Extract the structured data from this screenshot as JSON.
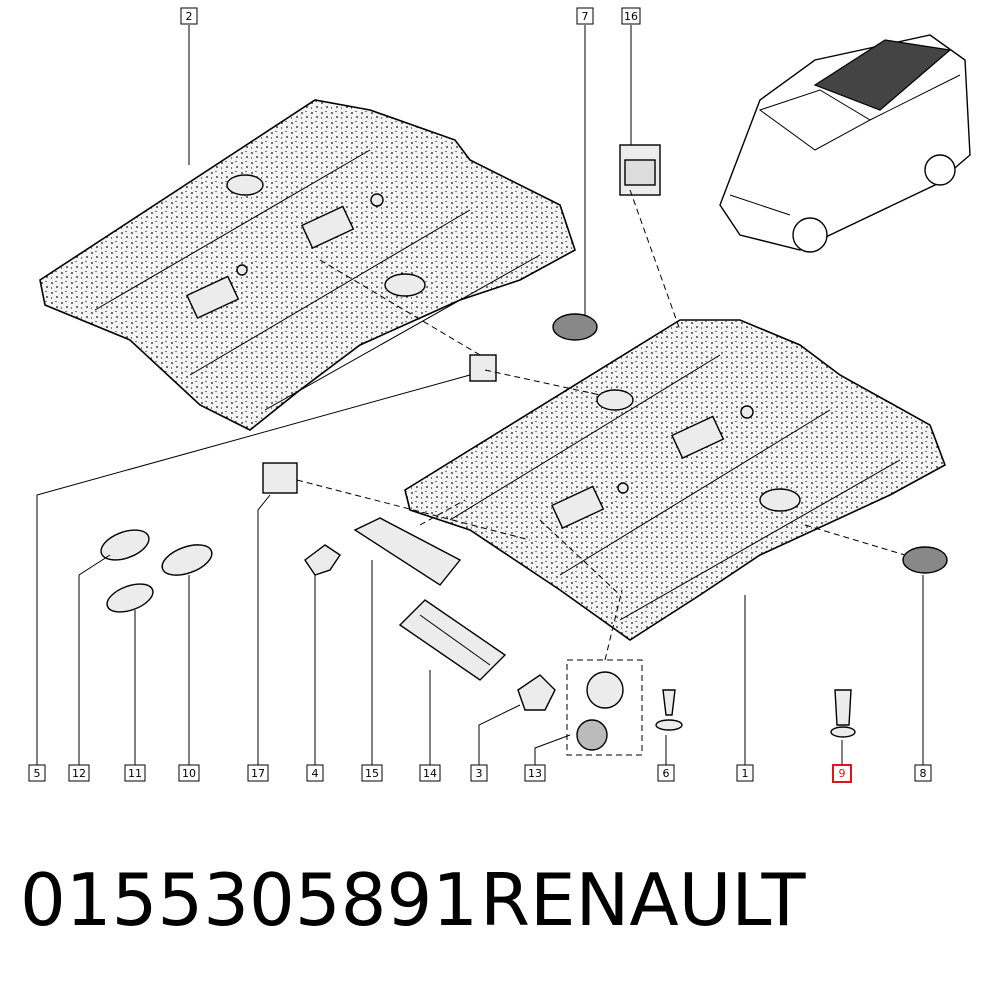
{
  "diagram": {
    "callouts": [
      {
        "id": "callout-2",
        "label": "2"
      },
      {
        "id": "callout-7",
        "label": "7"
      },
      {
        "id": "callout-16",
        "label": "16"
      },
      {
        "id": "callout-5",
        "label": "5"
      },
      {
        "id": "callout-12",
        "label": "12"
      },
      {
        "id": "callout-11",
        "label": "11"
      },
      {
        "id": "callout-10",
        "label": "10"
      },
      {
        "id": "callout-17",
        "label": "17"
      },
      {
        "id": "callout-4",
        "label": "4"
      },
      {
        "id": "callout-15",
        "label": "15"
      },
      {
        "id": "callout-14",
        "label": "14"
      },
      {
        "id": "callout-3",
        "label": "3"
      },
      {
        "id": "callout-13",
        "label": "13"
      },
      {
        "id": "callout-6",
        "label": "6"
      },
      {
        "id": "callout-1",
        "label": "1"
      },
      {
        "id": "callout-9",
        "label": "9",
        "highlighted": true
      },
      {
        "id": "callout-8",
        "label": "8"
      }
    ],
    "highlight_color": "#e0141e"
  },
  "footer": {
    "part_number": "0155305891",
    "brand": "RENAULT"
  }
}
